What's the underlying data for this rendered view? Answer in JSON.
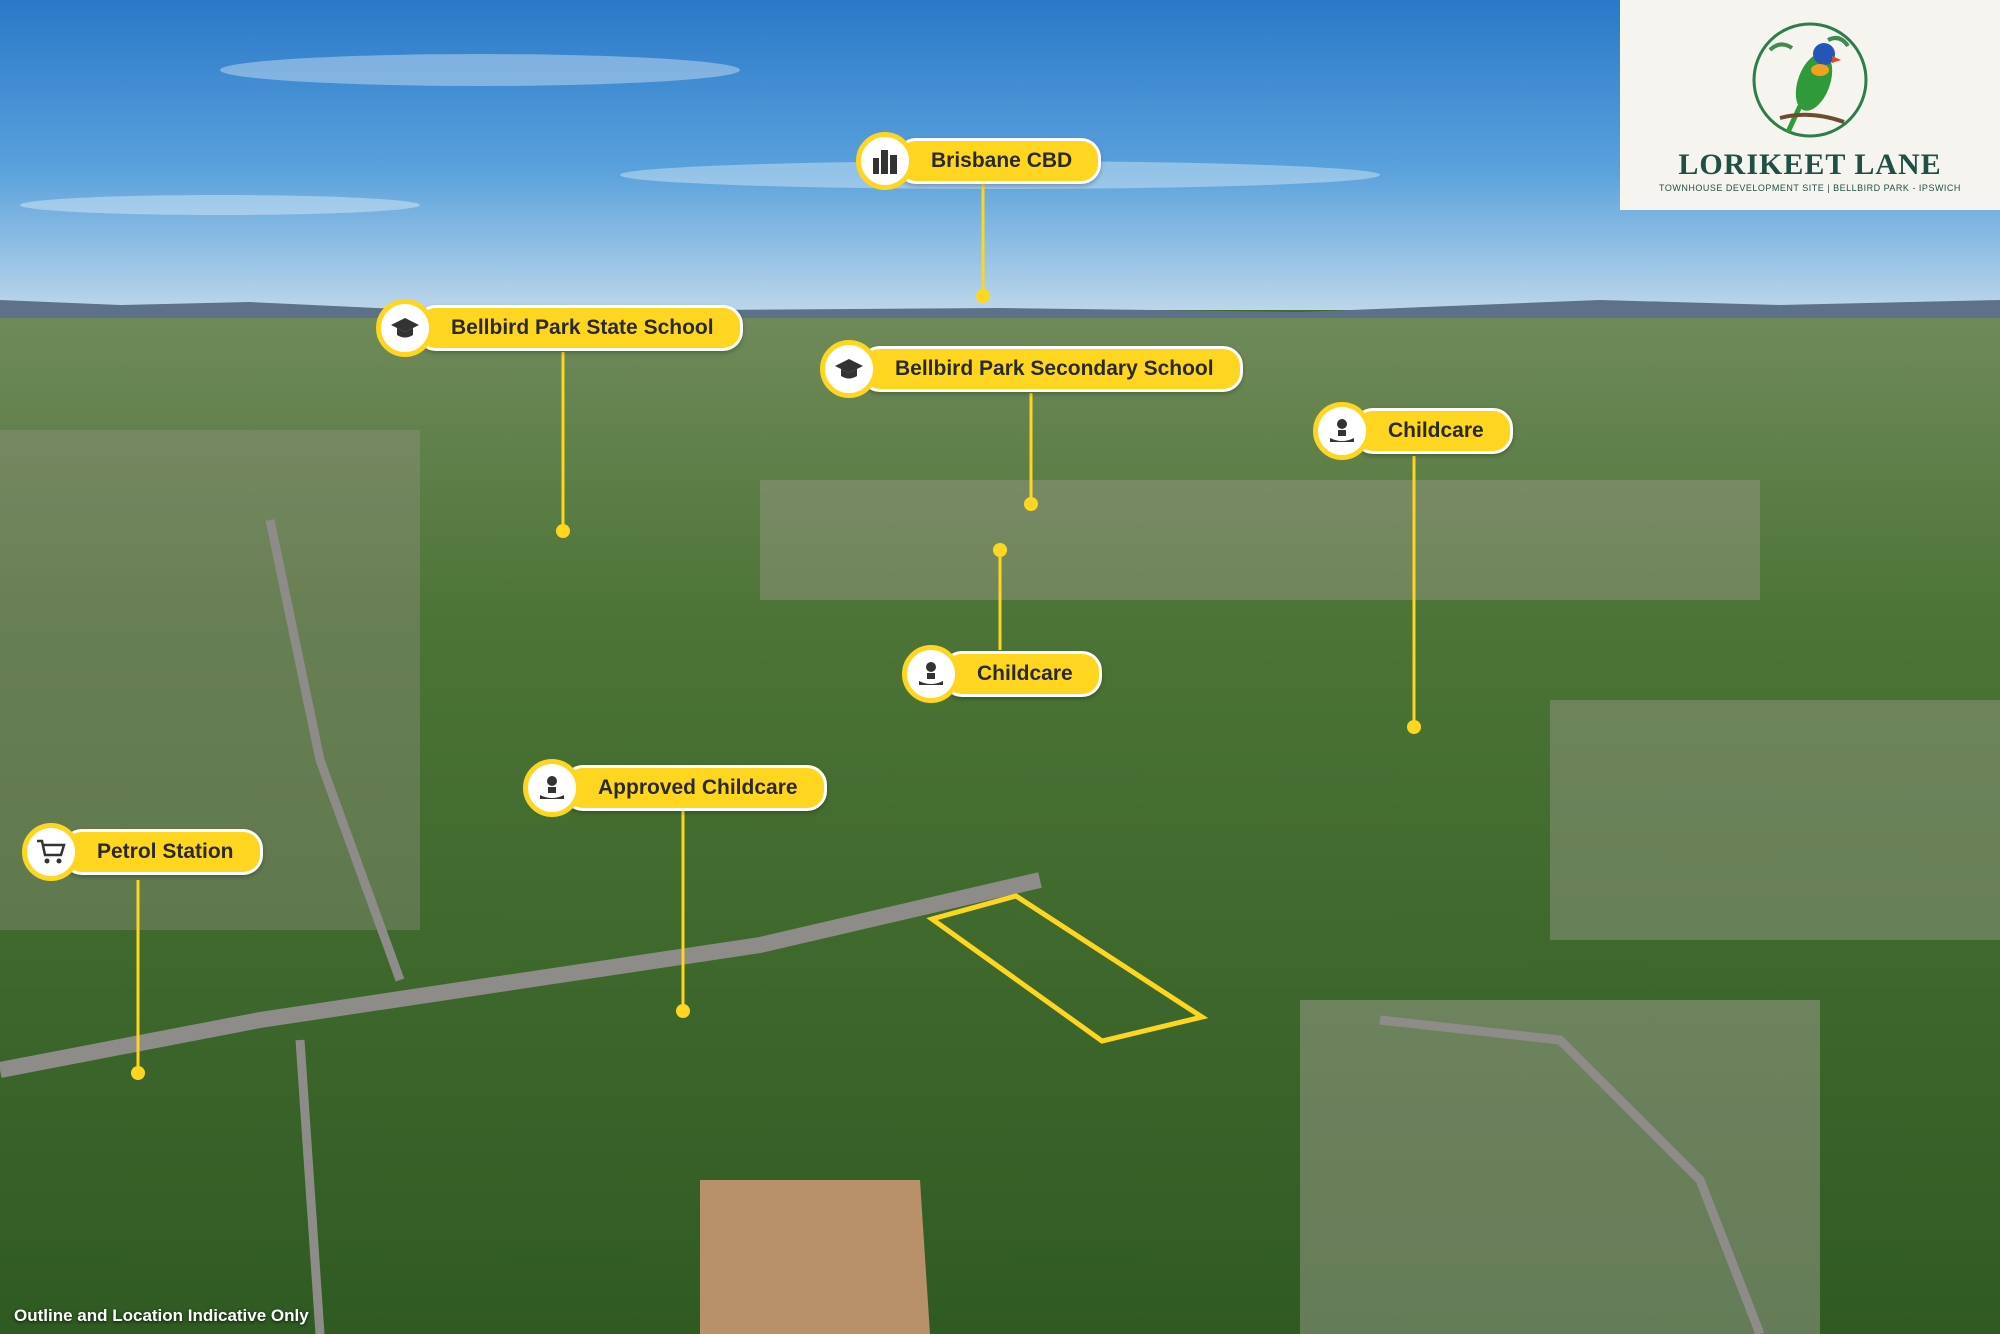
{
  "scene": {
    "site_outline_color": "#ffd61f"
  },
  "pois": [
    {
      "label": "Brisbane CBD",
      "icon": "city-icon"
    },
    {
      "label": "Bellbird Park State School",
      "icon": "graduation-cap-icon"
    },
    {
      "label": "Bellbird Park Secondary School",
      "icon": "graduation-cap-icon"
    },
    {
      "label": "Childcare",
      "icon": "hand-child-icon"
    },
    {
      "label": "Childcare",
      "icon": "hand-child-icon"
    },
    {
      "label": "Approved Childcare",
      "icon": "hand-child-icon"
    },
    {
      "label": "Petrol Station",
      "icon": "shopping-cart-icon"
    }
  ],
  "logo": {
    "title": "LORIKEET LANE",
    "tagline": "TOWNHOUSE DEVELOPMENT SITE | BELLBIRD PARK - IPSWICH",
    "icon": "lorikeet-bird-icon"
  },
  "disclaimer": "Outline and Location Indicative Only",
  "colors": {
    "accent": "#ffd61f",
    "logo_text": "#1f4f45"
  }
}
